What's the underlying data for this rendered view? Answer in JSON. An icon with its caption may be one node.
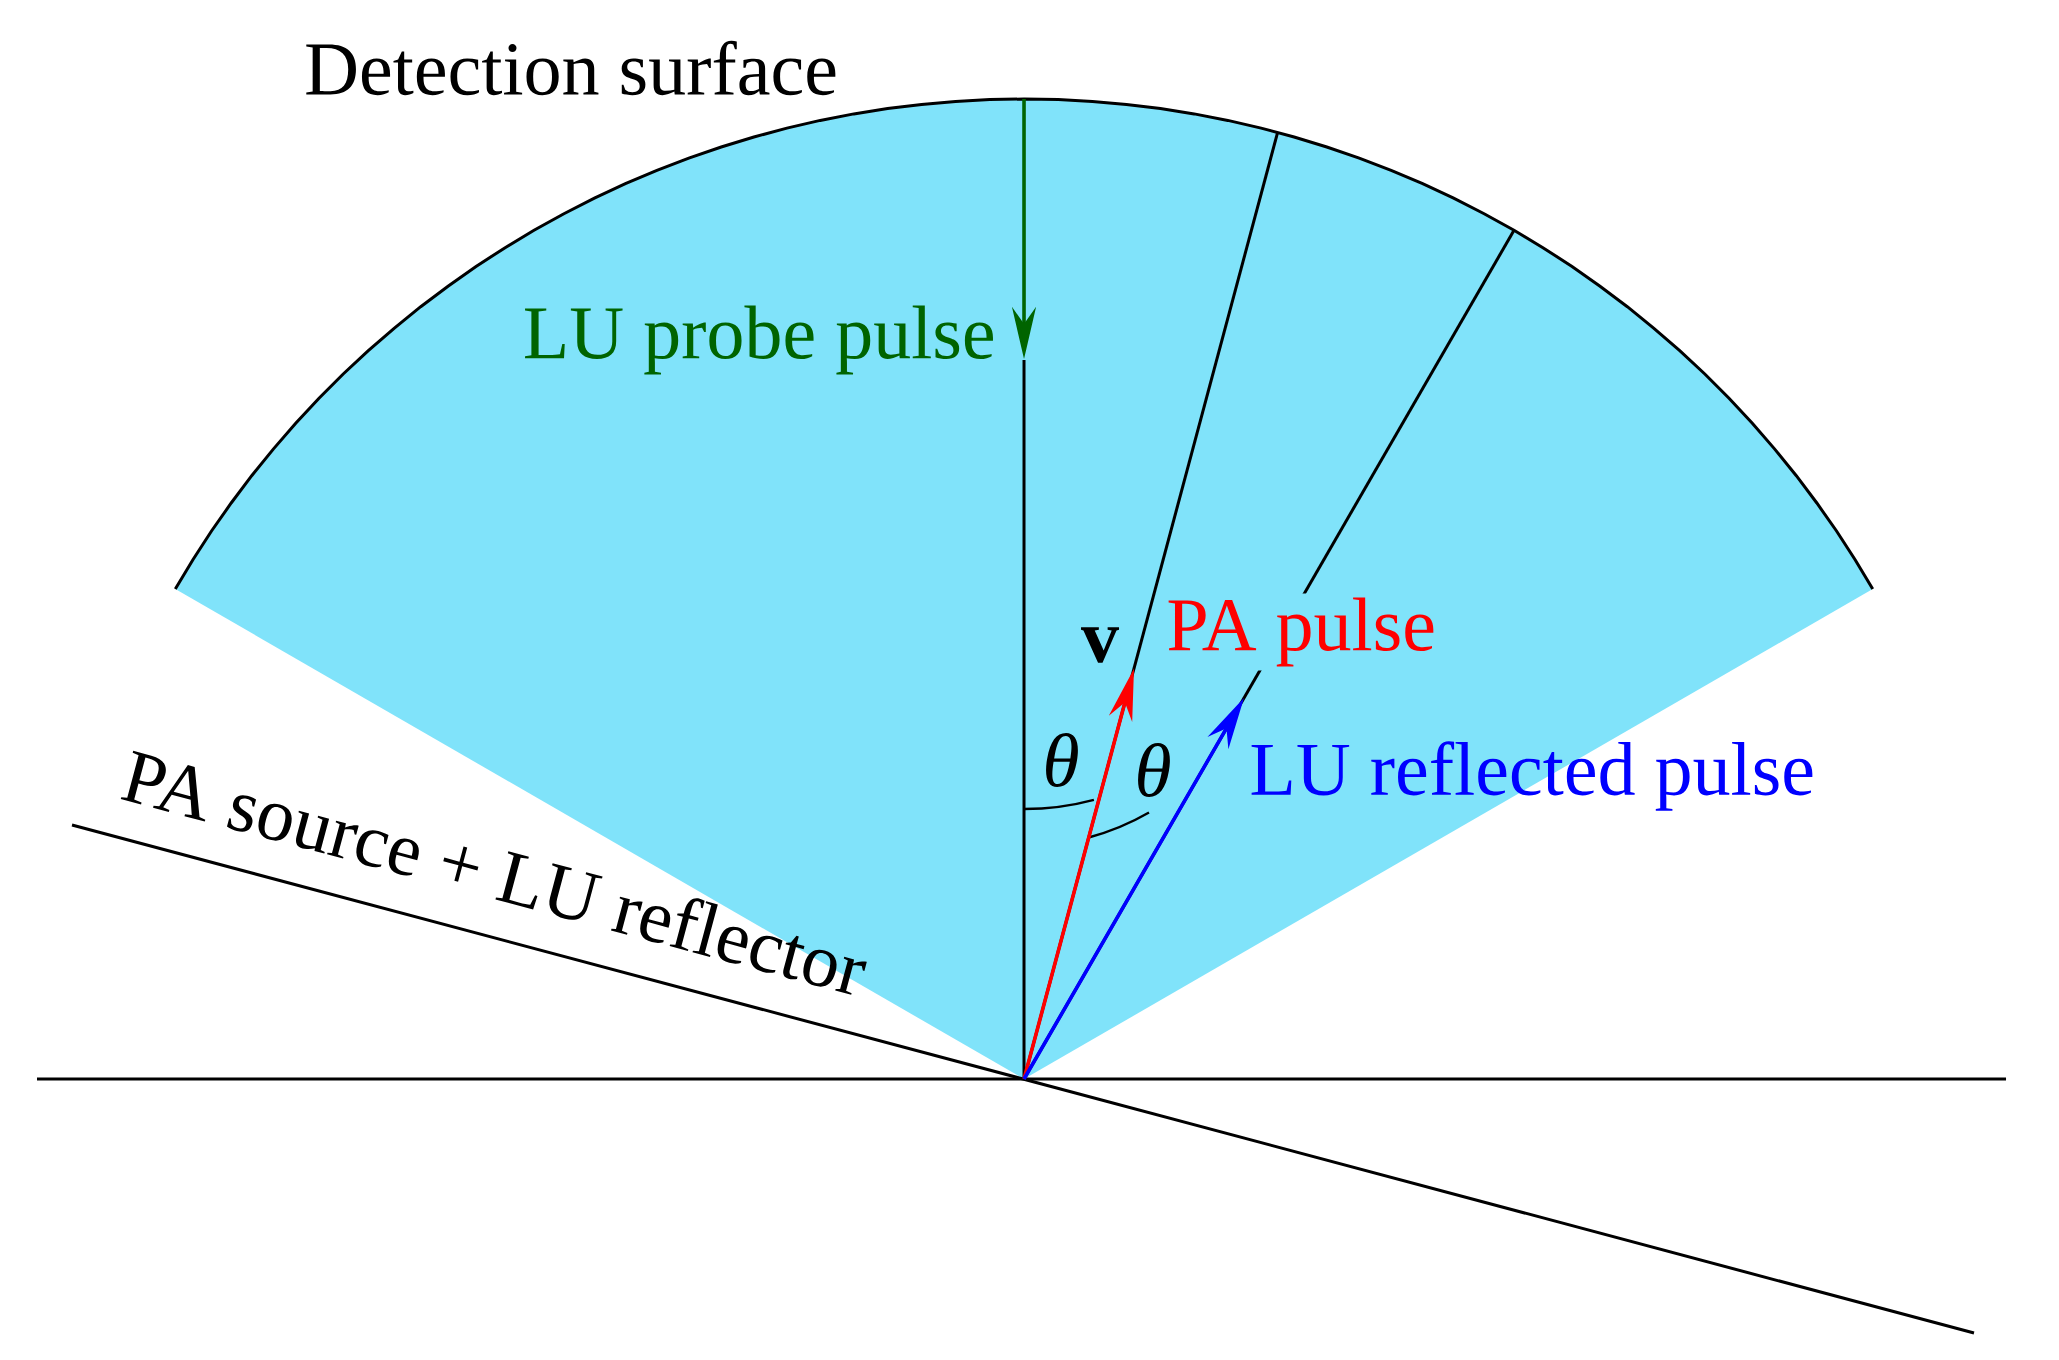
{
  "diagram": {
    "labels": [
      "Detection surface",
      "LU probe pulse",
      "v",
      "PA pulse",
      "θ",
      "θ",
      "LU reflected pulse",
      "PA source + LU reflector"
    ]
  }
}
